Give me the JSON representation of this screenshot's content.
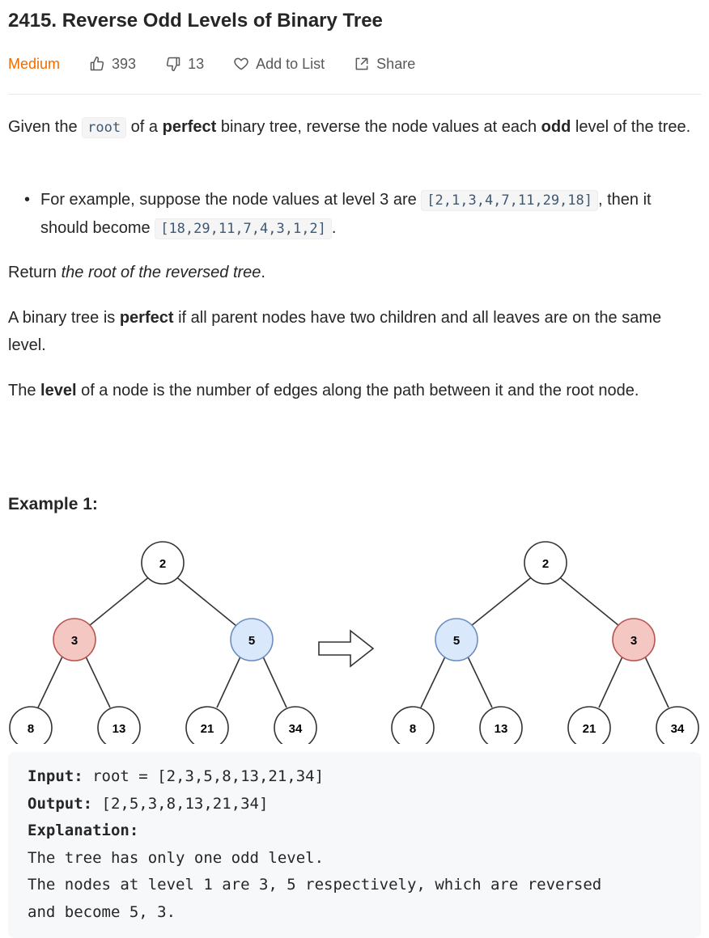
{
  "problem": {
    "title": "2415. Reverse Odd Levels of Binary Tree",
    "difficulty": "Medium",
    "likes": "393",
    "dislikes": "13",
    "add_to_list": "Add to List",
    "share": "Share"
  },
  "colors": {
    "difficulty": "#ef6c00",
    "node_red_fill": "#f4c7c3",
    "node_red_stroke": "#b85450",
    "node_blue_fill": "#dae8fc",
    "node_blue_stroke": "#6c8ebf"
  },
  "description": {
    "p1_a": "Given the ",
    "p1_code": "root",
    "p1_b": " of a ",
    "p1_bold1": "perfect",
    "p1_c": " binary tree, reverse the node values at each ",
    "p1_bold2": "odd",
    "p1_d": " level of the tree.",
    "bullet_a": "For example, suppose the node values at level 3 are ",
    "bullet_code1": "[2,1,3,4,7,11,29,18]",
    "bullet_b": ", then it should become ",
    "bullet_code2": "[18,29,11,7,4,3,1,2]",
    "bullet_c": ".",
    "p2_a": "Return ",
    "p2_italic": "the root of the reversed tree",
    "p2_b": ".",
    "p3_a": "A binary tree is ",
    "p3_bold": "perfect",
    "p3_b": " if all parent nodes have two children and all leaves are on the same level.",
    "p4_a": "The ",
    "p4_bold": "level",
    "p4_b": " of a node is the number of edges along the path between it and the root node."
  },
  "example1": {
    "heading": "Example 1:",
    "input_label": "Input:",
    "input_value": " root = [2,3,5,8,13,21,34]",
    "output_label": "Output:",
    "output_value": " [2,5,3,8,13,21,34]",
    "explanation_label": "Explanation:",
    "explanation_1": "The tree has only one odd level.",
    "explanation_2": "The nodes at level 1 are 3, 5 respectively, which are reversed",
    "explanation_3": "and become 5, 3.",
    "left_tree": {
      "root": "2",
      "level1": [
        "3",
        "5"
      ],
      "level2": [
        "8",
        "13",
        "21",
        "34"
      ]
    },
    "right_tree": {
      "root": "2",
      "level1": [
        "5",
        "3"
      ],
      "level2": [
        "8",
        "13",
        "21",
        "34"
      ]
    }
  }
}
